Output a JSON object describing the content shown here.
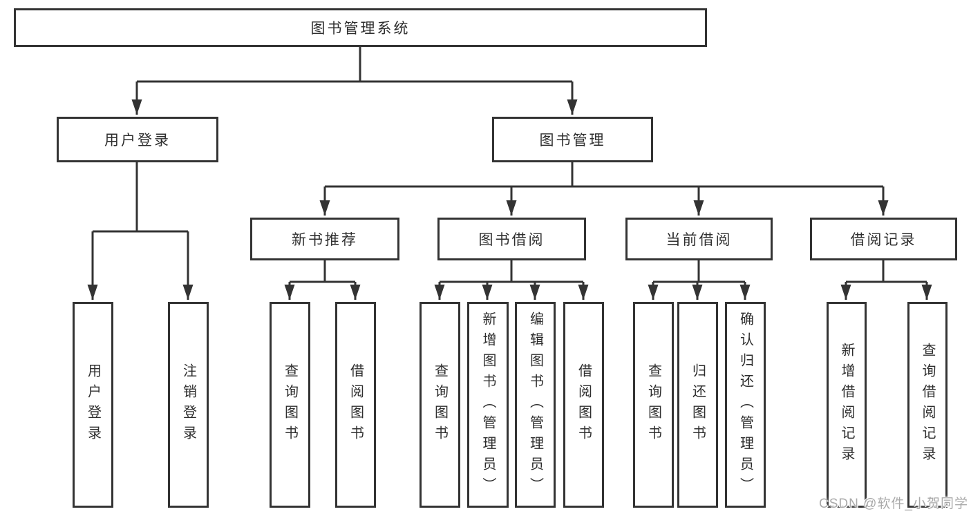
{
  "diagram": {
    "title": "图书管理系统",
    "tree": {
      "label": "图书管理系统",
      "children": [
        {
          "label": "用户登录",
          "children": [
            {
              "label": "用户登录"
            },
            {
              "label": "注销登录"
            }
          ]
        },
        {
          "label": "图书管理",
          "children": [
            {
              "label": "新书推荐",
              "children": [
                {
                  "label": "查询图书"
                },
                {
                  "label": "借阅图书"
                }
              ]
            },
            {
              "label": "图书借阅",
              "children": [
                {
                  "label": "查询图书"
                },
                {
                  "label": "新增图书（管理员）"
                },
                {
                  "label": "编辑图书（管理员）"
                },
                {
                  "label": "借阅图书"
                }
              ]
            },
            {
              "label": "当前借阅",
              "children": [
                {
                  "label": "查询图书"
                },
                {
                  "label": "归还图书"
                },
                {
                  "label": "确认归还（管理员）"
                }
              ]
            },
            {
              "label": "借阅记录",
              "children": [
                {
                  "label": "新增借阅记录"
                },
                {
                  "label": "查询借阅记录"
                }
              ]
            }
          ]
        }
      ]
    },
    "colors": {
      "line": "#333333",
      "box_border": "#333333",
      "text": "#2e2e2e",
      "background": "#ffffff"
    }
  },
  "watermark": {
    "text": "CSDN @软件_小贺同学",
    "color": "#a9a9a9"
  }
}
